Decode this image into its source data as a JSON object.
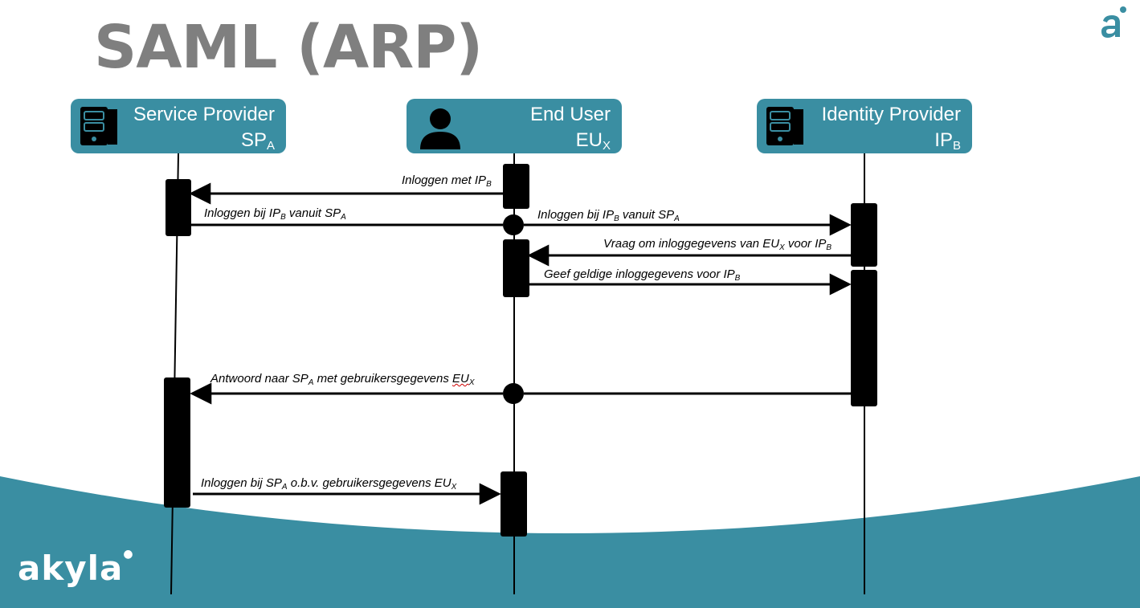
{
  "title": "SAML (ARP)",
  "colors": {
    "accent": "#3a8ea2",
    "bar": "#000000",
    "title": "#7f7f7f"
  },
  "actors": [
    {
      "name": "Service Provider",
      "code": "SP",
      "sub": "A",
      "icon": "server-icon"
    },
    {
      "name": "End User",
      "code": "EU",
      "sub": "X",
      "icon": "user-icon"
    },
    {
      "name": "Identity Provider",
      "code": "IP",
      "sub": "B",
      "icon": "server-icon"
    }
  ],
  "messages": [
    {
      "pre": "Inloggen met IP",
      "sub": "B",
      "post": ""
    },
    {
      "pre": "Inloggen bij IP",
      "sub": "B",
      "post": " vanuit SP",
      "sub2": "A"
    },
    {
      "pre": "Inloggen bij IP",
      "sub": "B",
      "post": " vanuit SP",
      "sub2": "A"
    },
    {
      "pre": "Vraag om inloggegevens van EU",
      "sub": "X",
      "post": " voor IP",
      "sub2": "B"
    },
    {
      "pre": "Geef geldige inloggegevens voor IP",
      "sub": "B",
      "post": ""
    },
    {
      "pre": "Antwoord naar SP",
      "sub": "A",
      "post": " met gebruikersgegevens ",
      "post2": "EU",
      "sub2": "X"
    },
    {
      "pre": "Inloggen bij SP",
      "sub": "A",
      "post": " o.b.v. gebruikersgegevens EU",
      "sub2": "X"
    }
  ],
  "logo": "akyla",
  "corner_logo": "akyla-mark-icon"
}
